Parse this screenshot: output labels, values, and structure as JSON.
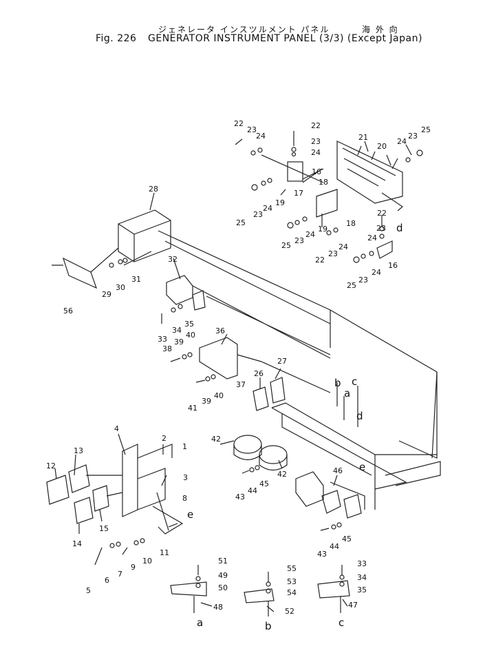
{
  "header": {
    "jp_name": "ジェネレータ インスツルメント パネル",
    "jp_region": "海 外 向",
    "fig_label": "Fig. 226",
    "title": "GENERATOR INSTRUMENT PANEL (3/3) (Except Japan)"
  },
  "callouts": [
    "1",
    "2",
    "3",
    "4",
    "5",
    "6",
    "7",
    "8",
    "9",
    "10",
    "11",
    "12",
    "13",
    "14",
    "15",
    "16",
    "17",
    "18",
    "19",
    "20",
    "21",
    "22",
    "23",
    "24",
    "25",
    "26",
    "27",
    "28",
    "29",
    "30",
    "31",
    "32",
    "33",
    "34",
    "35",
    "36",
    "37",
    "38",
    "39",
    "40",
    "41",
    "42",
    "43",
    "44",
    "45",
    "46",
    "47",
    "48",
    "49",
    "50",
    "51",
    "52",
    "53",
    "54",
    "55",
    "56"
  ],
  "ref_letters": [
    "a",
    "b",
    "c",
    "d",
    "e"
  ]
}
